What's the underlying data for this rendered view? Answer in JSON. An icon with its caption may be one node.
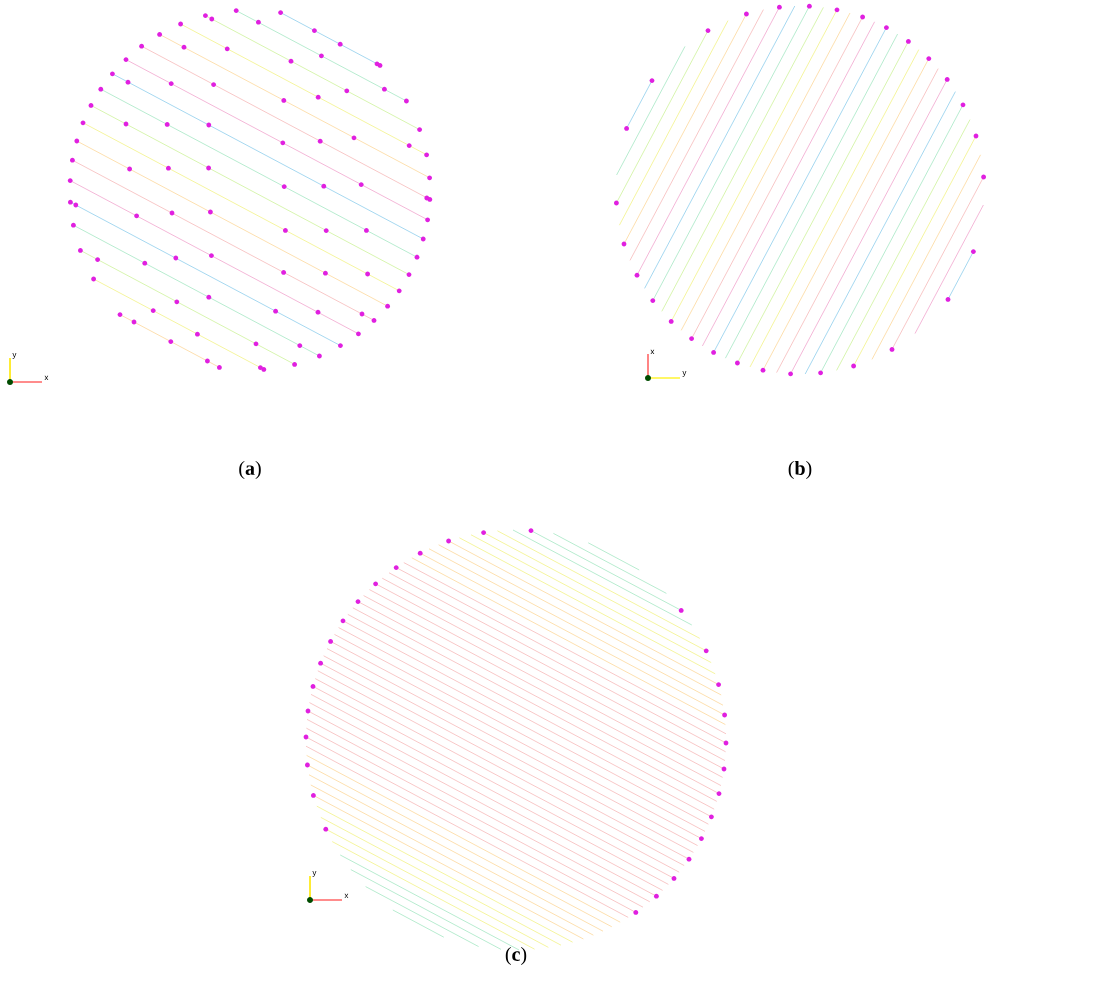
{
  "diagram": {
    "labels": [
      "y",
      "x",
      "x",
      "y",
      "(**a**)",
      "(**b**)",
      "y",
      "x",
      "(**c**)"
    ]
  }
}
